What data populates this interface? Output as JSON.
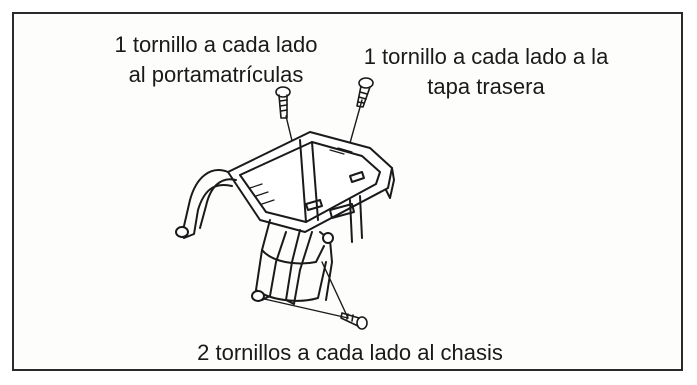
{
  "labels": {
    "plate_screw": {
      "line1": "1 tornillo a cada lado",
      "line2": "al portamatrículas"
    },
    "cover_screw": {
      "line1": "1 tornillo a cada lado a la",
      "line2": "tapa trasera"
    },
    "chassis_screws": {
      "line1": "2 tornillos a cada lado al chasis"
    }
  },
  "colors": {
    "ink": "#1a1a1a",
    "frame": "#2a2a2a",
    "paper": "#fdfdfc"
  }
}
